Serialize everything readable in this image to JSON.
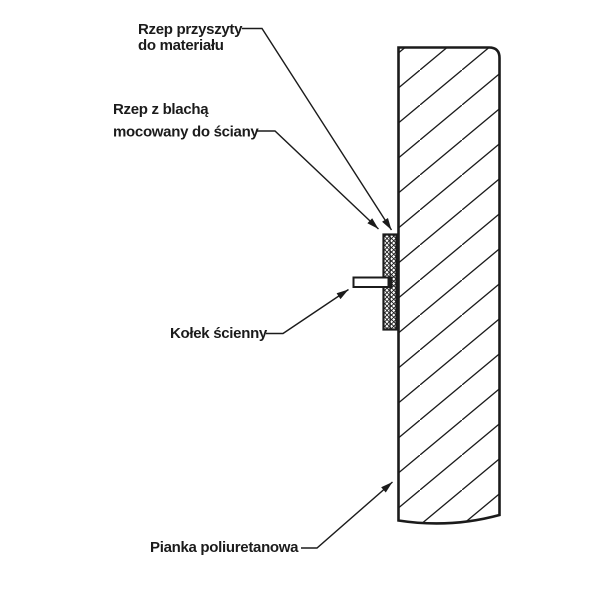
{
  "diagram": {
    "labels": {
      "rzep_przyszyty": {
        "line1": "Rzep przyszyty",
        "line2": "do materiału"
      },
      "rzep_z_blacha": {
        "line1": "Rzep z blachą",
        "line2": "mocowany do ściany"
      },
      "kolek_scienny": {
        "text": "Kołek ścienny"
      },
      "pianka_poliuretanowa": {
        "text": "Pianka poliuretanowa"
      }
    },
    "colors": {
      "line": "#1b1b1b",
      "background": "#ffffff"
    }
  }
}
